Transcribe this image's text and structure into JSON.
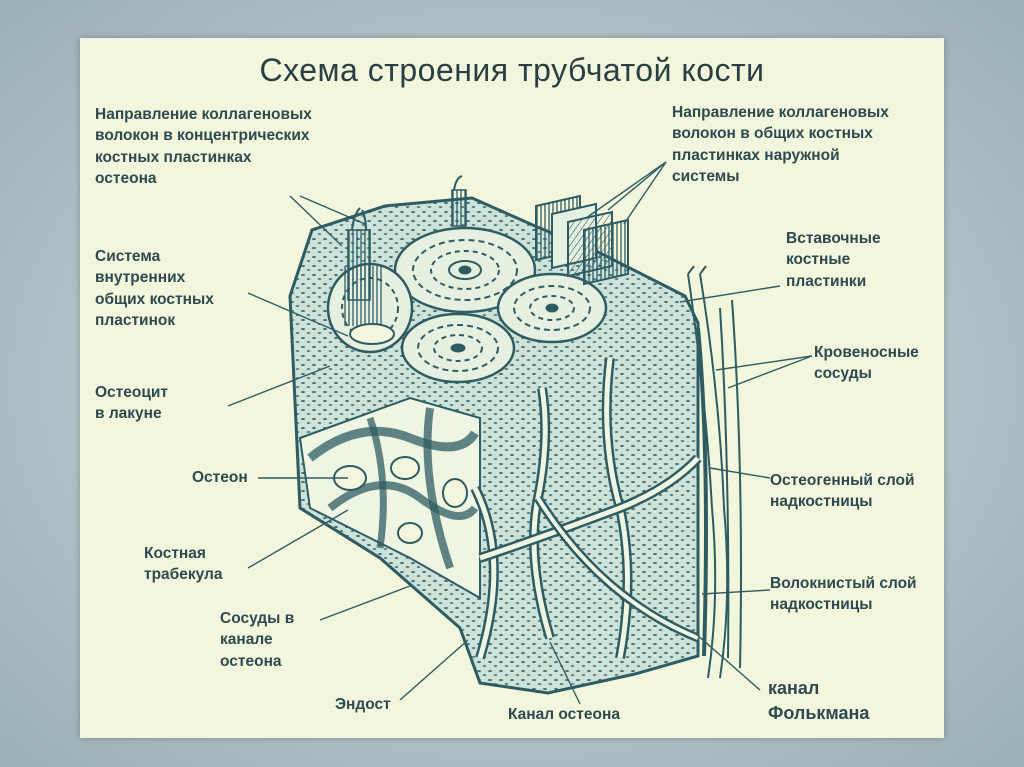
{
  "title": "Схема строения трубчатой кости",
  "labels": {
    "collagen_concentric": "Направление коллагеновых\nволокон в концентрических\nкостных пластинках\nостеона",
    "collagen_outer": "Направление коллагеновых\nволокон в общих костных\nпластинках наружной\nсистемы",
    "inner_system": "Система\nвнутренних\nобщих костных\nпластинок",
    "interstitial": "Вставочные\nкостные\nпластинки",
    "vessels": "Кровеносные\nсосуды",
    "osteocyte": "Остеоцит\nв лакуне",
    "osteon": "Остеон",
    "osteogenic": "Остеогенный слой\nнадкостницы",
    "trabecula": "Костная\nтрабекула",
    "fibrous": "Волокнистый слой\nнадкостницы",
    "osteon_vessels": "Сосуды в\nканале\nостеона",
    "volkmann": "канал\nФолькмана",
    "endosteum": "Эндост",
    "osteon_canal": "Канал остеона"
  },
  "colors": {
    "ink": "#2e4a50",
    "stroke": "#2f5c62",
    "bone_fill": "#cde3da",
    "page": "#f1f6dc"
  }
}
